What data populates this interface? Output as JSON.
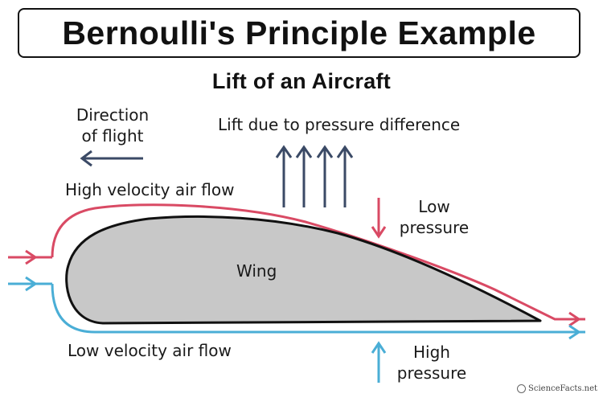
{
  "title": "Bernoulli's Principle Example",
  "subtitle": "Lift of an Aircraft",
  "labels": {
    "direction_line1": "Direction",
    "direction_line2": "of flight",
    "lift": "Lift due to pressure difference",
    "high_velocity": "High velocity air flow",
    "low_velocity": "Low velocity air flow",
    "low_pressure_line1": "Low",
    "low_pressure_line2": "pressure",
    "high_pressure_line1": "High",
    "high_pressure_line2": "pressure",
    "wing": "Wing"
  },
  "logo": {
    "text": "ScienceFacts.net"
  },
  "colors": {
    "upper_flow": "#d94a64",
    "lower_flow": "#4aaed6",
    "arrows": "#3b4a66",
    "wing_fill": "#c8c8c8",
    "wing_stroke": "#111111"
  }
}
